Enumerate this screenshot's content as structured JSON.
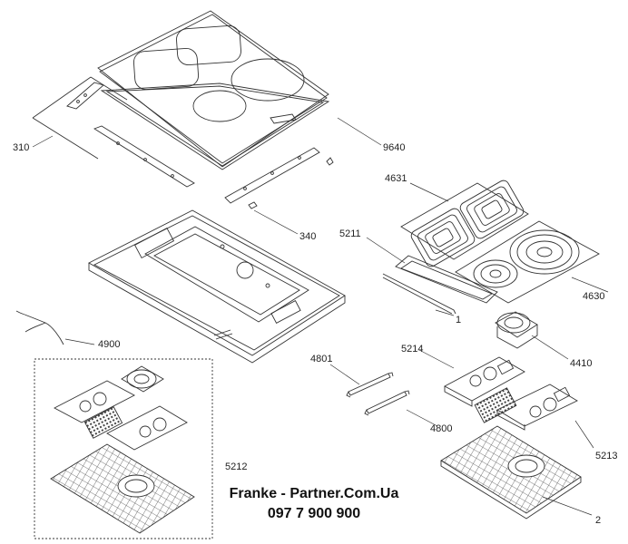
{
  "labels": {
    "l310": "310",
    "l9640": "9640",
    "l340": "340",
    "l4631": "4631",
    "l5211": "5211",
    "l4630": "4630",
    "l1": "1",
    "l4900": "4900",
    "l4410": "4410",
    "l4801": "4801",
    "l5214": "5214",
    "l4800": "4800",
    "l5213": "5213",
    "l5212": "5212",
    "l2": "2"
  },
  "watermark": {
    "brand": "Franke - Partner.Com.Ua",
    "phone": "097 7 900 900"
  },
  "colors": {
    "line": "#333333",
    "hatch": "#555555"
  }
}
